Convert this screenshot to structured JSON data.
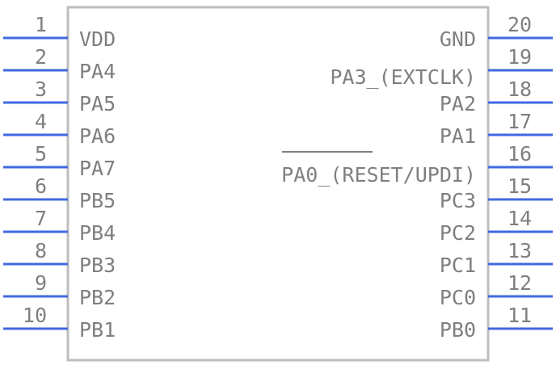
{
  "component": {
    "body_color": "#bdbdbd",
    "pin_color": "#4169e1",
    "text_color": "#7f7f7f"
  },
  "left_pins": [
    {
      "number": "1",
      "label": "VDD"
    },
    {
      "number": "2",
      "label": "PA4"
    },
    {
      "number": "3",
      "label": "PA5"
    },
    {
      "number": "4",
      "label": "PA6"
    },
    {
      "number": "5",
      "label": "PA7"
    },
    {
      "number": "6",
      "label": "PB5"
    },
    {
      "number": "7",
      "label": "PB4"
    },
    {
      "number": "8",
      "label": "PB3"
    },
    {
      "number": "9",
      "label": "PB2"
    },
    {
      "number": "10",
      "label": "PB1"
    }
  ],
  "right_pins": [
    {
      "number": "20",
      "label": "GND"
    },
    {
      "number": "19",
      "label": "PA3_(EXTCLK)"
    },
    {
      "number": "18",
      "label": "PA2"
    },
    {
      "number": "17",
      "label": "PA1"
    },
    {
      "number": "16",
      "label": "PA0_(RESET/UPDI)",
      "overbar": "RESET"
    },
    {
      "number": "15",
      "label": "PC3"
    },
    {
      "number": "14",
      "label": "PC2"
    },
    {
      "number": "13",
      "label": "PC1"
    },
    {
      "number": "12",
      "label": "PC0"
    },
    {
      "number": "11",
      "label": "PB0"
    }
  ]
}
